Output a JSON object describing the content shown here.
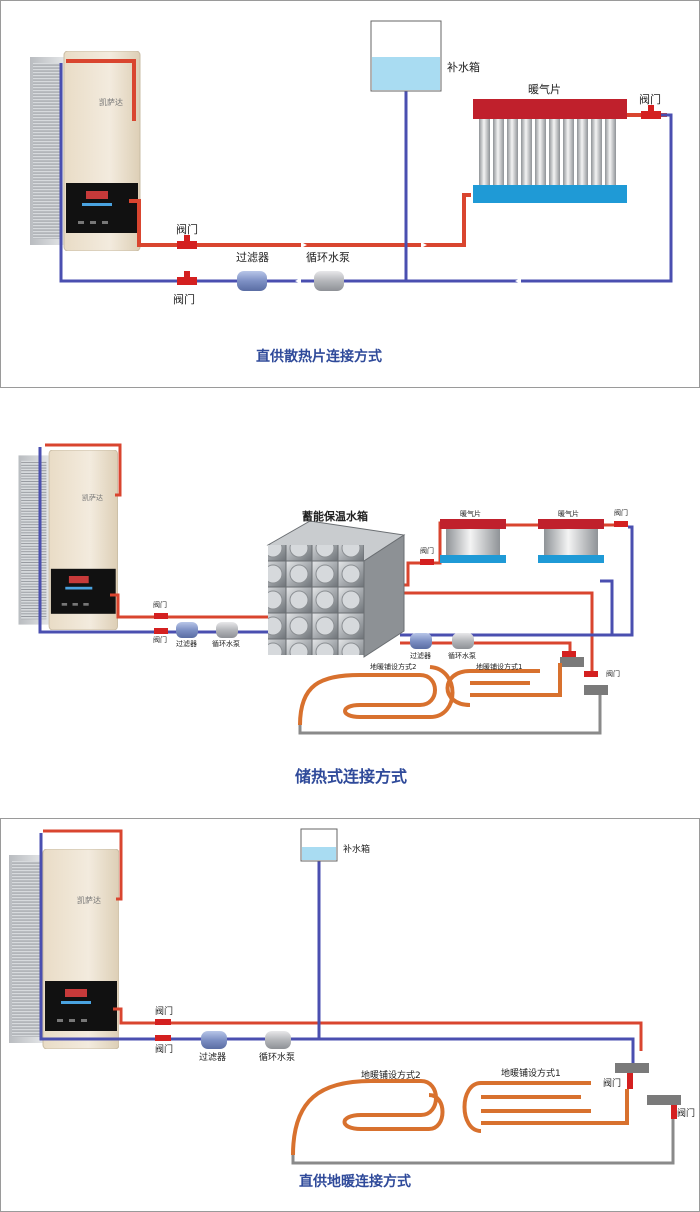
{
  "diagram1": {
    "title": "直供散热片连接方式",
    "labels": {
      "water_tank": "补水箱",
      "radiator": "暖气片",
      "valve_top": "阀门",
      "valve_right": "阀门",
      "valve_bottom": "阀门",
      "filter": "过滤器",
      "pump": "循环水泵"
    }
  },
  "diagram2": {
    "title": "储热式连接方式",
    "labels": {
      "storage_tank": "蓄能保温水箱",
      "radiator_a": "暖气片",
      "radiator_b": "暖气片",
      "valve_a": "阀门",
      "valve_b": "阀门",
      "valve_c": "阀门",
      "valve_d": "阀门",
      "valve_e": "阀门",
      "filter_a": "过滤器",
      "pump_a": "循环水泵",
      "filter_b": "过滤器",
      "pump_b": "循环水泵",
      "floor_2": "地暖铺设方式2",
      "floor_1": "地暖铺设方式1"
    }
  },
  "diagram3": {
    "title": "直供地暖连接方式",
    "labels": {
      "water_tank": "补水箱",
      "valve_top": "阀门",
      "valve_bottom": "阀门",
      "filter": "过滤器",
      "pump": "循环水泵",
      "floor_2": "地暖铺设方式2",
      "floor_1": "地暖铺设方式1",
      "valve_m1": "阀门",
      "valve_m2": "阀门"
    }
  },
  "boiler_brand": "凯萨达",
  "colors": {
    "hot_pipe": "#d9452f",
    "cold_pipe": "#4a4fb0",
    "floor_pipe": "#d8712e",
    "title": "#2f4a9a",
    "valve": "#d42020",
    "radiator_top": "#c0202c",
    "radiator_bottom": "#1f9ad6",
    "tank_water": "#a9dcf2"
  }
}
